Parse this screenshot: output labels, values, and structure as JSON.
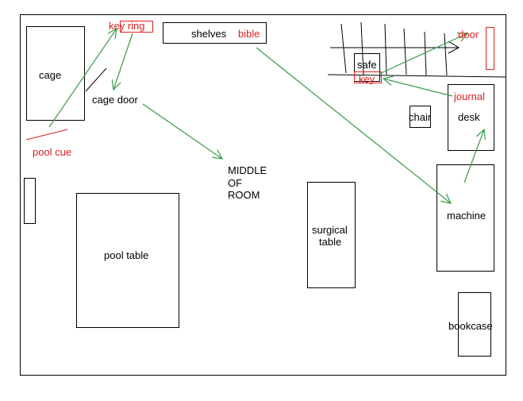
{
  "labels": {
    "cage": "cage",
    "key_ring": "key ring",
    "shelves": "shelves",
    "bible": "bible",
    "cage_door": "cage door",
    "pool_cue": "pool cue",
    "middle_line1": "MIDDLE",
    "middle_line2": "OF",
    "middle_line3": "ROOM",
    "safe": "safe",
    "key": "key",
    "door": "door",
    "journal": "journal",
    "chair": "chair",
    "desk": "desk",
    "machine": "machine",
    "surgical_line1": "surgical",
    "surgical_line2": "table",
    "pool_table": "pool table",
    "bookcase": "bookcase"
  },
  "colors": {
    "outline": "#000000",
    "clue": "#e02020",
    "path": "#3a9a4a"
  }
}
